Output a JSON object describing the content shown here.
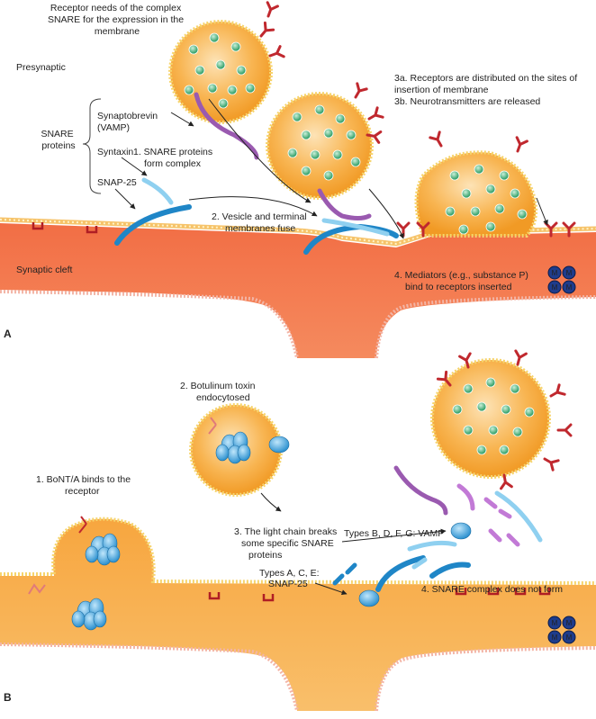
{
  "panelA": {
    "letter": "A",
    "presynaptic": "Presynaptic",
    "synaptic_cleft": "Synaptic cleft",
    "receptor_needs": [
      "Receptor needs of the complex",
      "SNARE for the expression in the",
      "membrane"
    ],
    "snare_proteins": [
      "SNARE",
      "proteins"
    ],
    "synaptobrevin": [
      "Synaptobrevin",
      "(VAMP)"
    ],
    "syntaxin": "Syntaxin",
    "snap25": "SNAP-25",
    "step1": [
      "1. SNARE proteins",
      "form complex"
    ],
    "step2": [
      "2. Vesicle and terminal",
      "membranes fuse"
    ],
    "step3": [
      "3a. Receptors are distributed on the sites of",
      "insertion of membrane",
      "3b. Neurotransmitters are released"
    ],
    "step4": [
      "4. Mediators (e.g., substance P)",
      "bind to receptors inserted"
    ],
    "mediator_marker": "M"
  },
  "panelB": {
    "letter": "B",
    "step1": [
      "1. BoNT/A binds to the",
      "receptor"
    ],
    "step2": [
      "2. Botulinum toxin",
      "endocytosed"
    ],
    "step3": [
      "3. The light chain breaks",
      "some specific SNARE",
      "proteins"
    ],
    "types_bdfg": "Types B, D, F, G: VAMP",
    "types_ace": [
      "Types A, C, E:",
      "SNAP-25"
    ],
    "step4": "4. SNARE complex does not form",
    "mediator_marker": "M"
  },
  "colors": {
    "vesicle": "#f6a93a",
    "vesicle_inner": "#fbd79a",
    "membrane_dots": "#f4e3a4",
    "cleft_a": "#ef6a43",
    "cleft_b": "#f5a23c",
    "receptor": "#c0282e",
    "neurotransmitter": "#3aa872",
    "snare_blue": "#1f86c7",
    "snare_purple": "#8a4f9e",
    "toxin": "#4aa8dd",
    "mediator": "#1e3c8c"
  }
}
